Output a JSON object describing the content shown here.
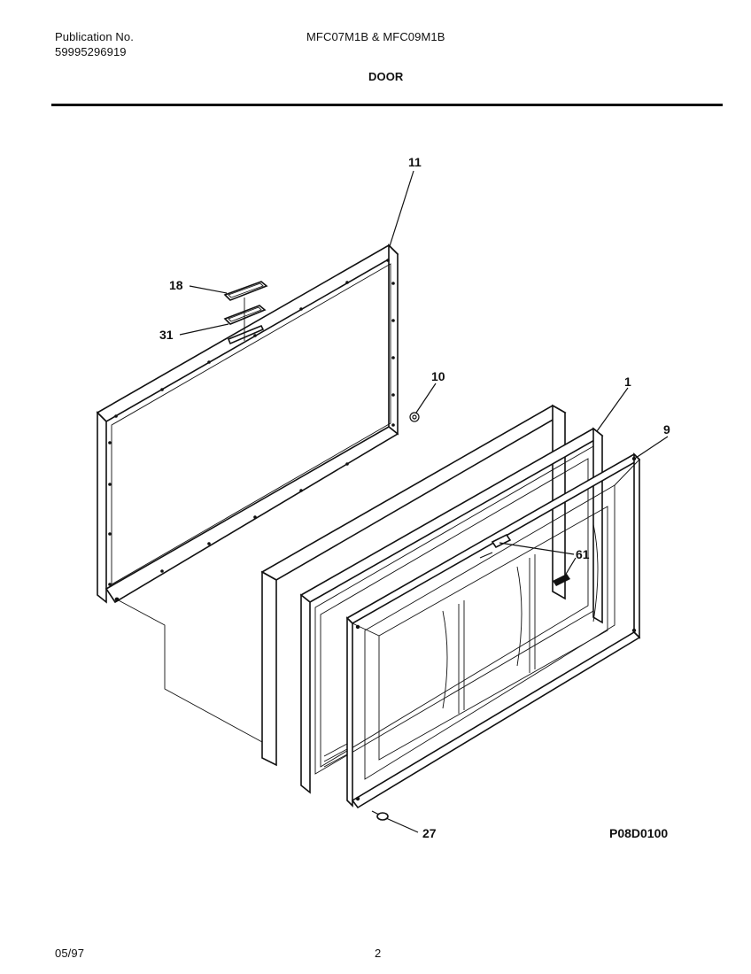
{
  "header": {
    "publication_label": "Publication No.",
    "publication_number": "59995296919",
    "models": "MFC07M1B & MFC09M1B",
    "section_title": "DOOR"
  },
  "diagram": {
    "callouts": {
      "c11": "11",
      "c18": "18",
      "c31": "31",
      "c10": "10",
      "c1": "1",
      "c9": "9",
      "c61": "61",
      "c27": "27"
    },
    "drawing_code": "P08D0100"
  },
  "footer": {
    "date": "05/97",
    "page": "2"
  }
}
